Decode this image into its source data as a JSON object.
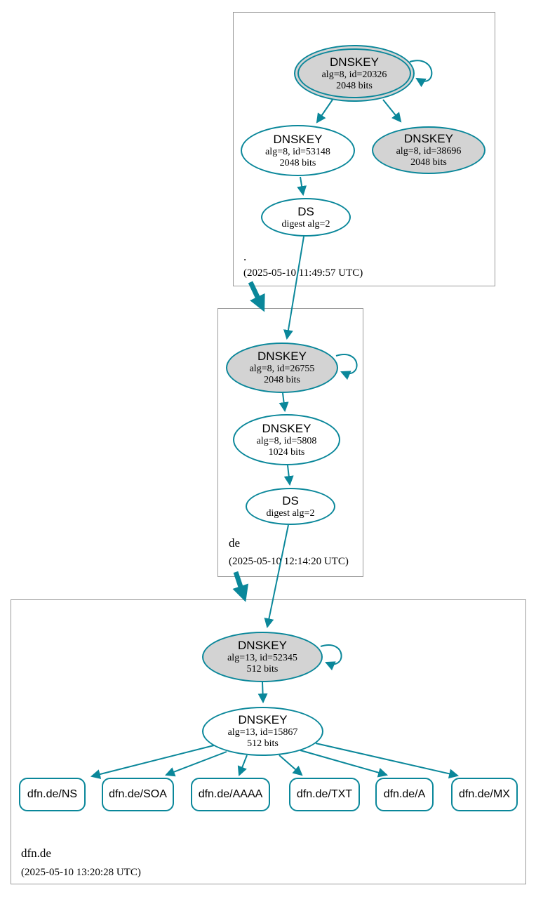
{
  "colors": {
    "teal": "#0a879a",
    "node_fill": "#d3d3d3",
    "zone_border": "#9a9a9a"
  },
  "zones": [
    {
      "name": ".",
      "timestamp": "(2025-05-10 11:49:57 UTC)",
      "nodes": {
        "ksk": {
          "title": "DNSKEY",
          "detail": "alg=8, id=20326",
          "bits": "2048 bits"
        },
        "zsk": {
          "title": "DNSKEY",
          "detail": "alg=8, id=53148",
          "bits": "2048 bits"
        },
        "extra": {
          "title": "DNSKEY",
          "detail": "alg=8, id=38696",
          "bits": "2048 bits"
        },
        "ds": {
          "title": "DS",
          "detail": "digest alg=2"
        }
      }
    },
    {
      "name": "de",
      "timestamp": "(2025-05-10 12:14:20 UTC)",
      "nodes": {
        "ksk": {
          "title": "DNSKEY",
          "detail": "alg=8, id=26755",
          "bits": "2048 bits"
        },
        "zsk": {
          "title": "DNSKEY",
          "detail": "alg=8, id=5808",
          "bits": "1024 bits"
        },
        "ds": {
          "title": "DS",
          "detail": "digest alg=2"
        }
      }
    },
    {
      "name": "dfn.de",
      "timestamp": "(2025-05-10 13:20:28 UTC)",
      "nodes": {
        "ksk": {
          "title": "DNSKEY",
          "detail": "alg=13, id=52345",
          "bits": "512 bits"
        },
        "zsk": {
          "title": "DNSKEY",
          "detail": "alg=13, id=15867",
          "bits": "512 bits"
        }
      },
      "records": [
        {
          "label": "dfn.de/NS"
        },
        {
          "label": "dfn.de/SOA"
        },
        {
          "label": "dfn.de/AAAA"
        },
        {
          "label": "dfn.de/TXT"
        },
        {
          "label": "dfn.de/A"
        },
        {
          "label": "dfn.de/MX"
        }
      ]
    }
  ]
}
